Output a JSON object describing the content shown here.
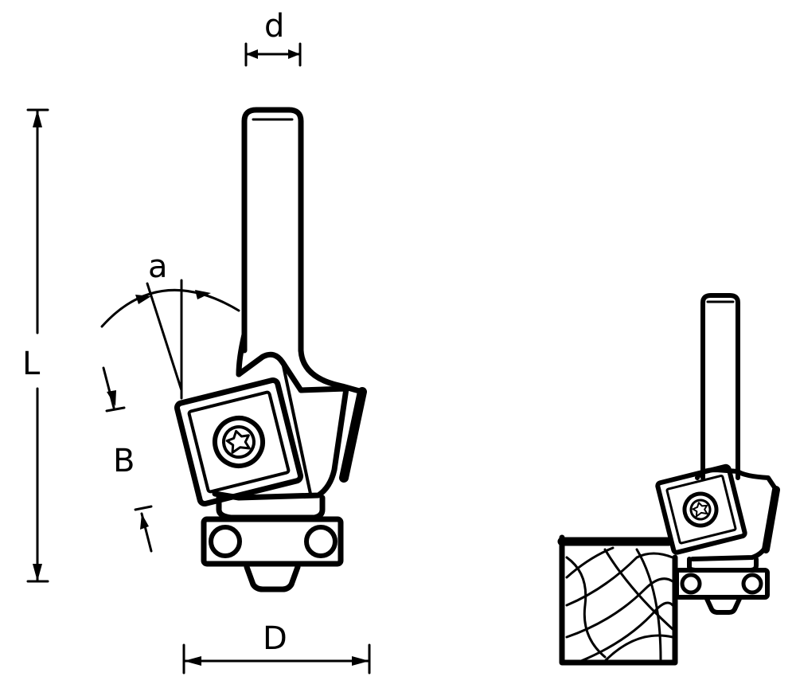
{
  "dimension_labels": {
    "d": "d",
    "L": "L",
    "a": "a",
    "B": "B",
    "D": "D"
  },
  "colors": {
    "ink": "#000000",
    "background": "#ffffff"
  }
}
